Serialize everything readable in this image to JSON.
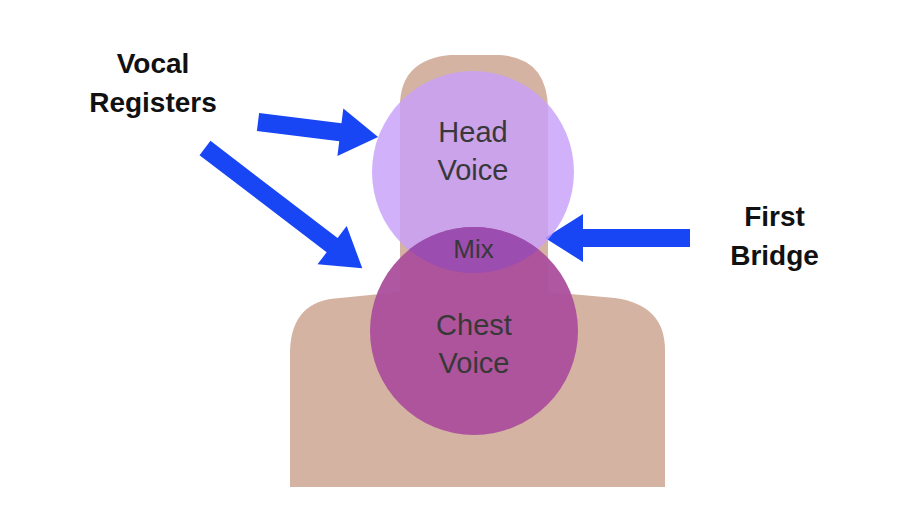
{
  "diagram": {
    "nodes": [
      {
        "text": [
          "Head Voice"
        ]
      },
      {
        "text": [
          "Mix"
        ]
      },
      {
        "text": [
          "Chest Voice"
        ]
      }
    ],
    "labels": [
      "Vocal Registers",
      "First Bridge"
    ]
  }
}
